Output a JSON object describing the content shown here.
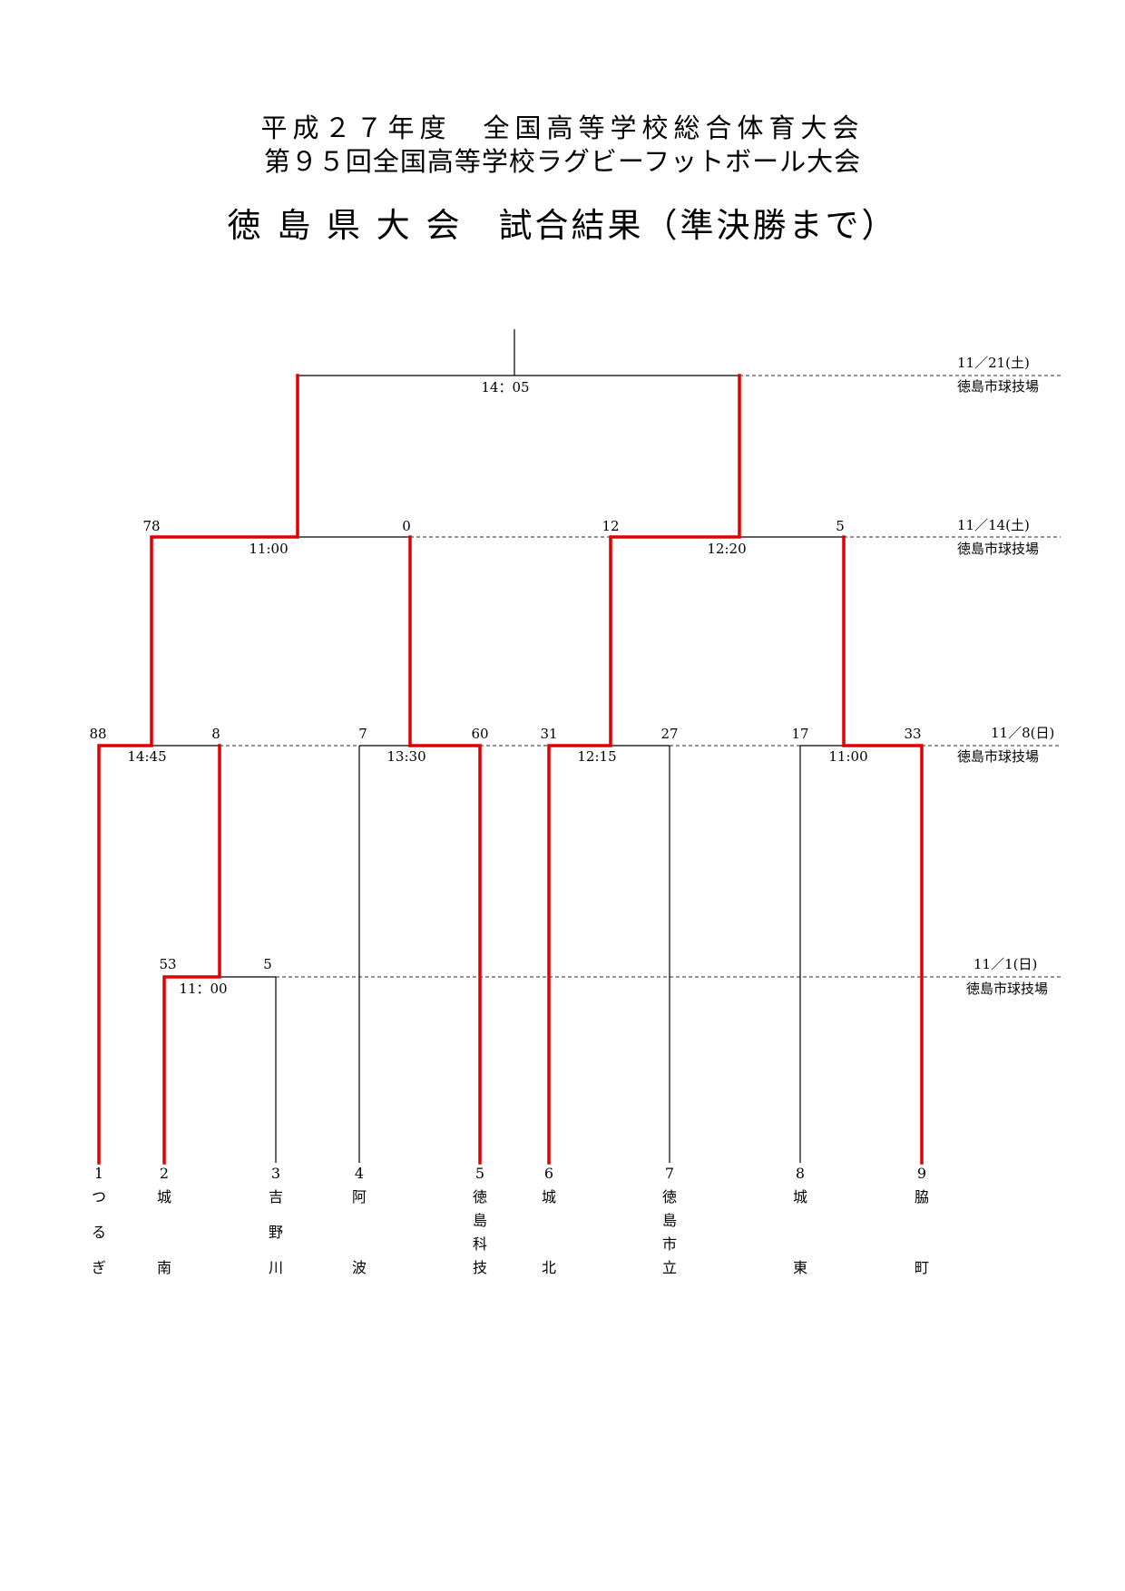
{
  "header": {
    "line1": "平成２７年度　全国高等学校総合体育大会",
    "line2": "第９５回全国高等学校ラグビーフットボール大会",
    "line3": "徳 島 県 大 会　試合結果（準決勝まで）"
  },
  "rounds": {
    "final": {
      "date": "11／21(土)",
      "venue": "徳島市球技場",
      "time": "14：05"
    },
    "semifinal": {
      "date": "11／14(土)",
      "venue": "徳島市球技場",
      "matches": [
        {
          "time": "11:00",
          "score_left": "78",
          "score_right": "0"
        },
        {
          "time": "12:20",
          "score_left": "12",
          "score_right": "5"
        }
      ]
    },
    "quarterfinal": {
      "date": "11／8(日)",
      "venue": "徳島市球技場",
      "matches": [
        {
          "time": "14:45",
          "score_left": "88",
          "score_right": "8"
        },
        {
          "time": "13:30",
          "score_left": "7",
          "score_right": "60"
        },
        {
          "time": "12:15",
          "score_left": "31",
          "score_right": "27"
        },
        {
          "time": "11:00",
          "score_left": "17",
          "score_right": "33"
        }
      ]
    },
    "round1": {
      "date": "11／1(日)",
      "venue": "徳島市球技場",
      "matches": [
        {
          "time": "11：00",
          "score_left": "53",
          "score_right": "5"
        }
      ]
    }
  },
  "teams": [
    {
      "num": "1",
      "chars": [
        "つ",
        "る",
        "ぎ"
      ]
    },
    {
      "num": "2",
      "chars": [
        "城",
        "南"
      ]
    },
    {
      "num": "3",
      "chars": [
        "吉",
        "野",
        "川"
      ]
    },
    {
      "num": "4",
      "chars": [
        "阿",
        "波"
      ]
    },
    {
      "num": "5",
      "chars": [
        "徳",
        "島",
        "科",
        "技"
      ]
    },
    {
      "num": "6",
      "chars": [
        "城",
        "北"
      ]
    },
    {
      "num": "7",
      "chars": [
        "徳",
        "島",
        "市",
        "立"
      ]
    },
    {
      "num": "8",
      "chars": [
        "城",
        "東"
      ]
    },
    {
      "num": "9",
      "chars": [
        "脇",
        "町"
      ]
    }
  ],
  "colors": {
    "winner": "#e00000",
    "line": "#000000",
    "dashed": "#555555"
  }
}
